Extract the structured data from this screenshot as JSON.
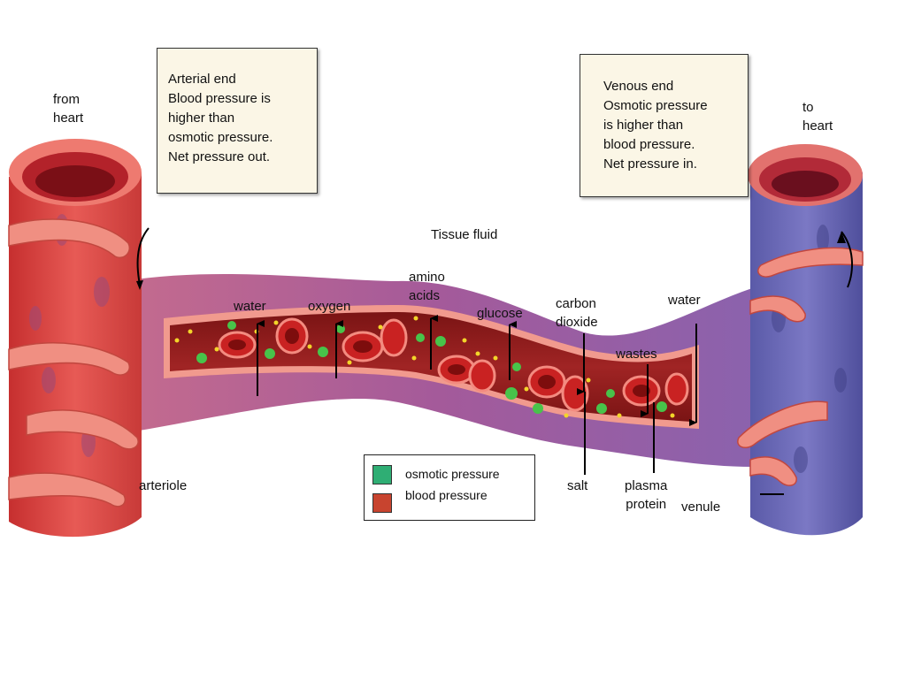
{
  "arterial_box": [
    "Arterial end",
    "Blood pressure is",
    "higher than",
    "osmotic pressure.",
    "Net pressure out."
  ],
  "venous_box": [
    "Venous end",
    "Osmotic pressure",
    "is higher than",
    "blood pressure.",
    "Net pressure in."
  ],
  "labels": {
    "from_heart": [
      "from",
      "heart"
    ],
    "to_heart": [
      "to",
      "heart"
    ],
    "tissue_fluid": "Tissue fluid",
    "water_left": "water",
    "oxygen": "oxygen",
    "amino_acids": [
      "amino",
      "acids"
    ],
    "glucose": "glucose",
    "carbon_dioxide": [
      "carbon",
      "dioxide"
    ],
    "water_right": "water",
    "wastes": "wastes",
    "arteriole": "arteriole",
    "salt": "salt",
    "plasma_protein": [
      "plasma",
      "protein"
    ],
    "venule": "venule"
  },
  "legend": {
    "items": [
      {
        "label": "osmotic pressure",
        "color": "#2fae74"
      },
      {
        "label": "blood pressure",
        "color": "#c8442f"
      }
    ]
  },
  "colors": {
    "artery": "#e0524b",
    "vein": "#6a6ab8",
    "capillary_wall": "#a4598f",
    "blood": "#8f1a1a",
    "box_bg": "#fbf6e6"
  }
}
